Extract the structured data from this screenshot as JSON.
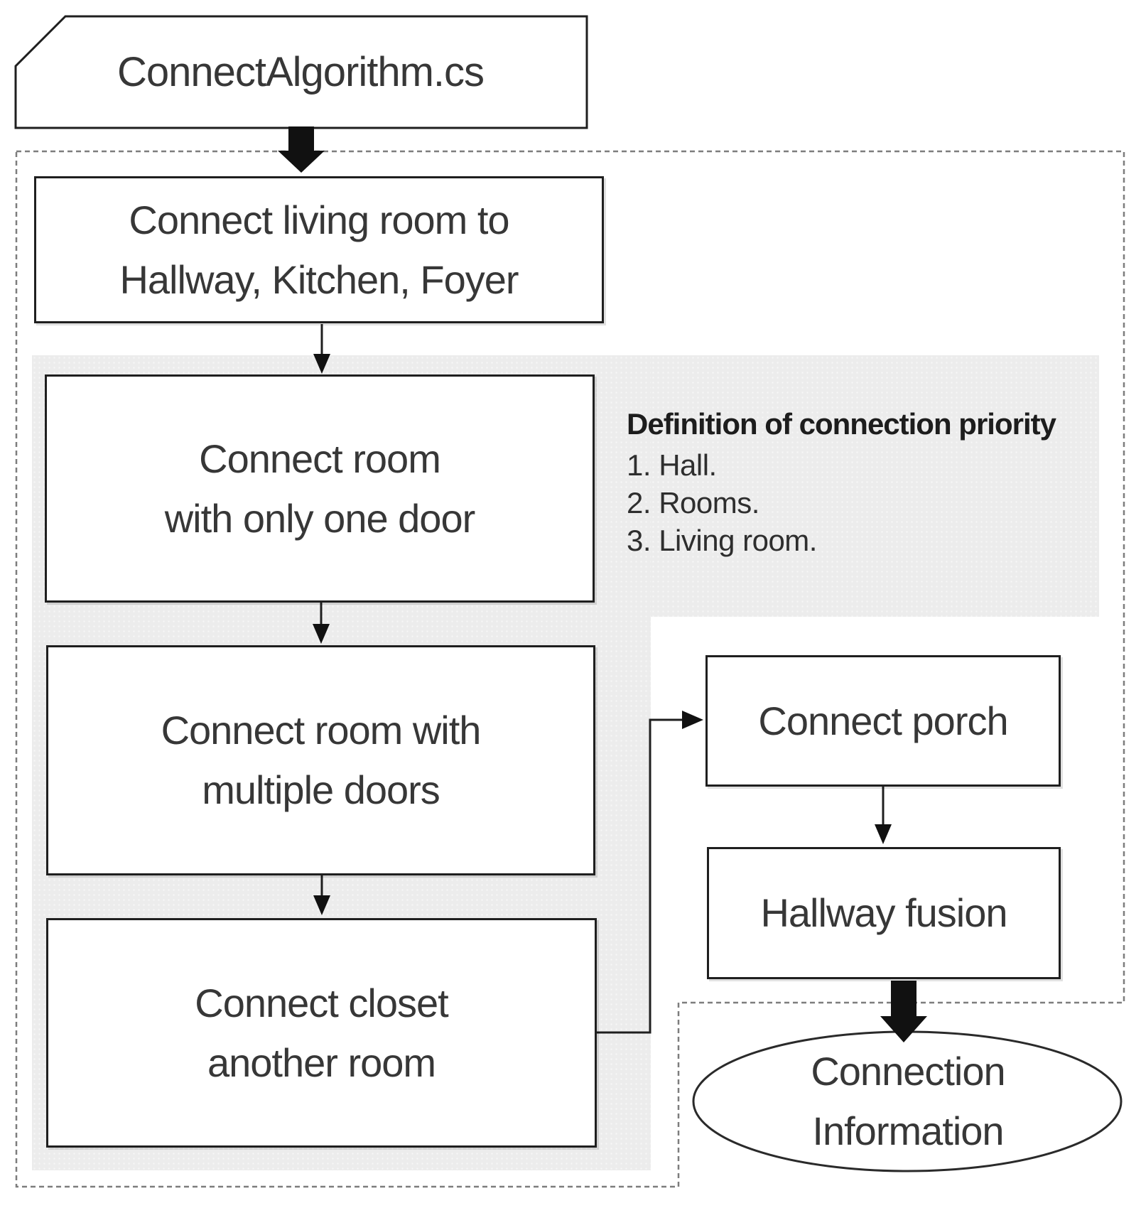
{
  "file_node": {
    "label": "ConnectAlgorithm.cs"
  },
  "flow": {
    "living": {
      "line1": "Connect living room to",
      "line2": "Hallway, Kitchen, Foyer"
    },
    "one_door": {
      "line1": "Connect room",
      "line2": "with only one door"
    },
    "multi_door": {
      "line1": "Connect room with",
      "line2": "multiple doors"
    },
    "closet": {
      "line1": "Connect closet",
      "line2": "another room"
    },
    "porch": {
      "label": "Connect porch"
    },
    "hallway": {
      "label": "Hallway fusion"
    },
    "terminal": {
      "line1": "Connection",
      "line2": "Information"
    }
  },
  "note": {
    "title": "Definition of connection priority",
    "items": [
      "1. Hall.",
      "2. Rooms.",
      "3. Living room."
    ]
  },
  "colors": {
    "box_border": "#1f1f1f",
    "panel_gray": "#ececec",
    "dashed_border": "#7d7d7d",
    "arrow_black": "#111111",
    "text": "#373737"
  }
}
